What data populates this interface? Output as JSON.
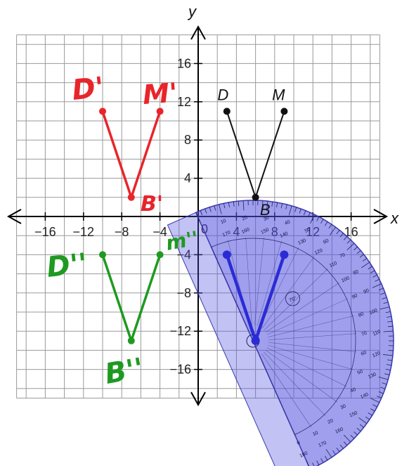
{
  "axes": {
    "x_label": "x",
    "y_label": "y",
    "x_ticks": [
      {
        "value": -16,
        "label": "−16"
      },
      {
        "value": -12,
        "label": "−12"
      },
      {
        "value": -8,
        "label": "−8"
      },
      {
        "value": -4,
        "label": "−4"
      },
      {
        "value": 4,
        "label": "4"
      },
      {
        "value": 8,
        "label": "8"
      },
      {
        "value": 12,
        "label": "12"
      },
      {
        "value": 16,
        "label": "16"
      }
    ],
    "y_ticks": [
      {
        "value": 16,
        "label": "16"
      },
      {
        "value": 12,
        "label": "12"
      },
      {
        "value": 8,
        "label": "8"
      },
      {
        "value": 4,
        "label": "4"
      },
      {
        "value": -4,
        "label": "−4"
      },
      {
        "value": -8,
        "label": "−8"
      },
      {
        "value": -12,
        "label": "−12"
      },
      {
        "value": -16,
        "label": "−16"
      }
    ],
    "x_range": [
      -19,
      19
    ],
    "y_range": [
      -19,
      19
    ],
    "grid_step": 2,
    "origin_label": "0"
  },
  "figures": {
    "original": {
      "color": "#111111",
      "points": [
        {
          "name": "D",
          "x": 3,
          "y": 11
        },
        {
          "name": "B",
          "x": 6,
          "y": 2
        },
        {
          "name": "M",
          "x": 9,
          "y": 11
        }
      ]
    },
    "first_image": {
      "color": "#e8252a",
      "points": [
        {
          "name": "D'",
          "x": -10,
          "y": 11
        },
        {
          "name": "B'",
          "x": -7,
          "y": 2
        },
        {
          "name": "M'",
          "x": -4,
          "y": 11
        }
      ],
      "handwritten_labels": [
        "D'",
        "M'",
        "B'"
      ]
    },
    "second_image": {
      "color": "#1e9a20",
      "points": [
        {
          "name": "D″",
          "x": -10,
          "y": -4
        },
        {
          "name": "B″",
          "x": -7,
          "y": -13
        },
        {
          "name": "M″",
          "x": -4,
          "y": -4
        }
      ],
      "handwritten_labels": [
        "D''",
        "m''",
        "B''"
      ]
    },
    "rotated_copy": {
      "color": "#2b2bd6",
      "points": [
        {
          "x": 3,
          "y": -4
        },
        {
          "x": 6,
          "y": -13
        },
        {
          "x": 9,
          "y": -4
        }
      ]
    }
  },
  "protractor": {
    "color": "#5050e0",
    "outer_scale": [
      "10",
      "20",
      "30",
      "40",
      "50",
      "60",
      "70",
      "80",
      "90",
      "100",
      "110",
      "120",
      "130",
      "140",
      "150",
      "160",
      "170",
      "180"
    ],
    "inner_scale": [
      "170",
      "160",
      "150",
      "140",
      "130",
      "120",
      "110",
      "100",
      "90",
      "80",
      "70",
      "60",
      "50",
      "40",
      "30",
      "20",
      "10",
      "0"
    ],
    "center_mark": "70°"
  }
}
